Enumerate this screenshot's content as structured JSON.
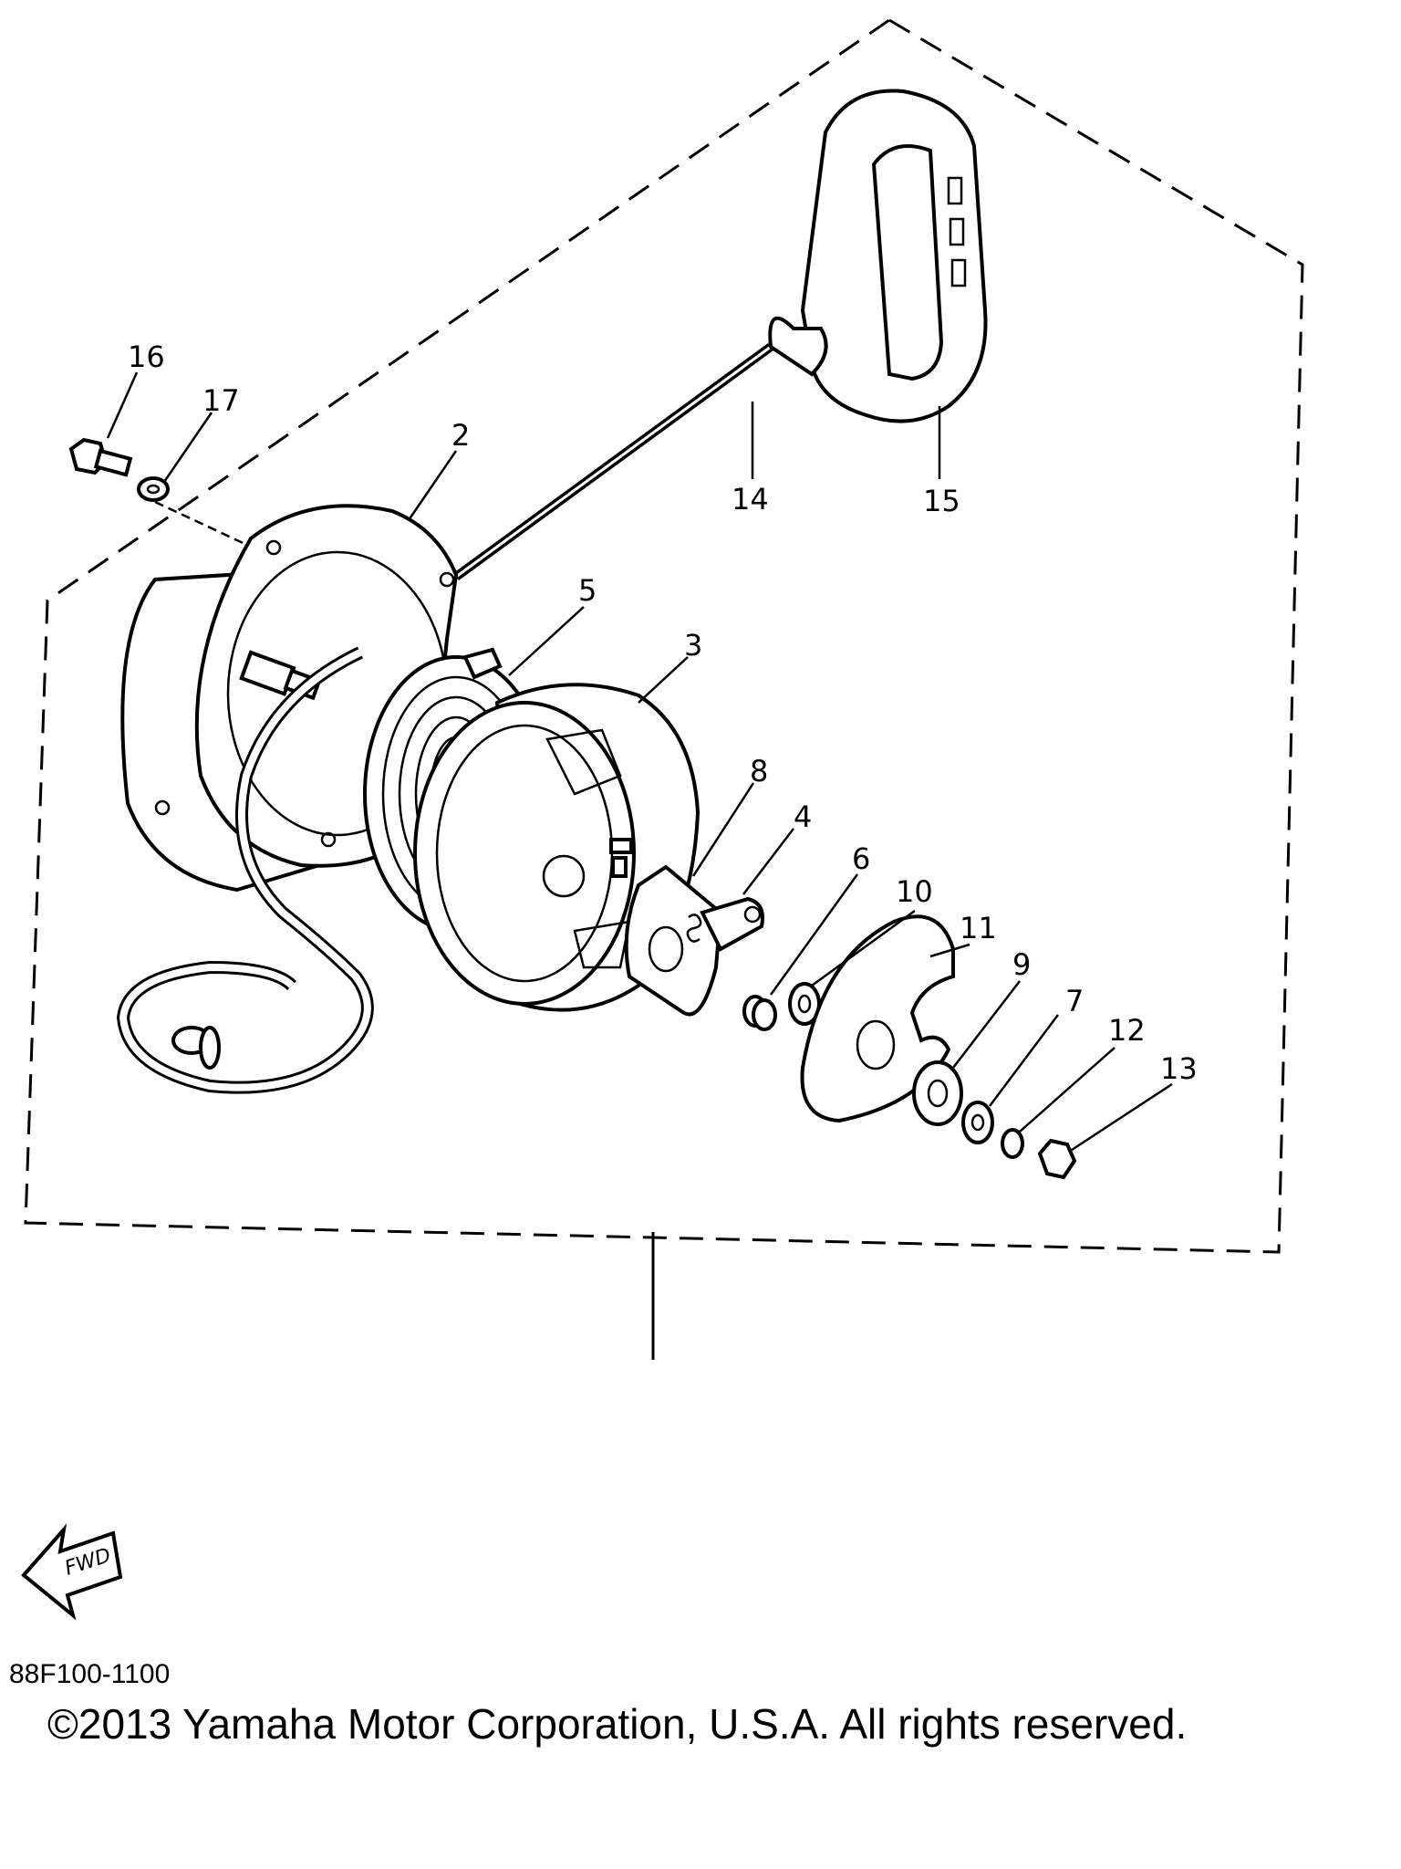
{
  "diagram": {
    "callouts": {
      "c2": "2",
      "c3": "3",
      "c4": "4",
      "c5": "5",
      "c6": "6",
      "c7": "7",
      "c8": "8",
      "c9": "9",
      "c10": "10",
      "c11": "11",
      "c12": "12",
      "c13": "13",
      "c14": "14",
      "c15": "15",
      "c16": "16",
      "c17": "17"
    },
    "fwd_label": "FWD"
  },
  "footer": {
    "part_code": "88F100-1100",
    "copyright": "©2013 Yamaha Motor Corporation, U.S.A. All rights reserved."
  }
}
